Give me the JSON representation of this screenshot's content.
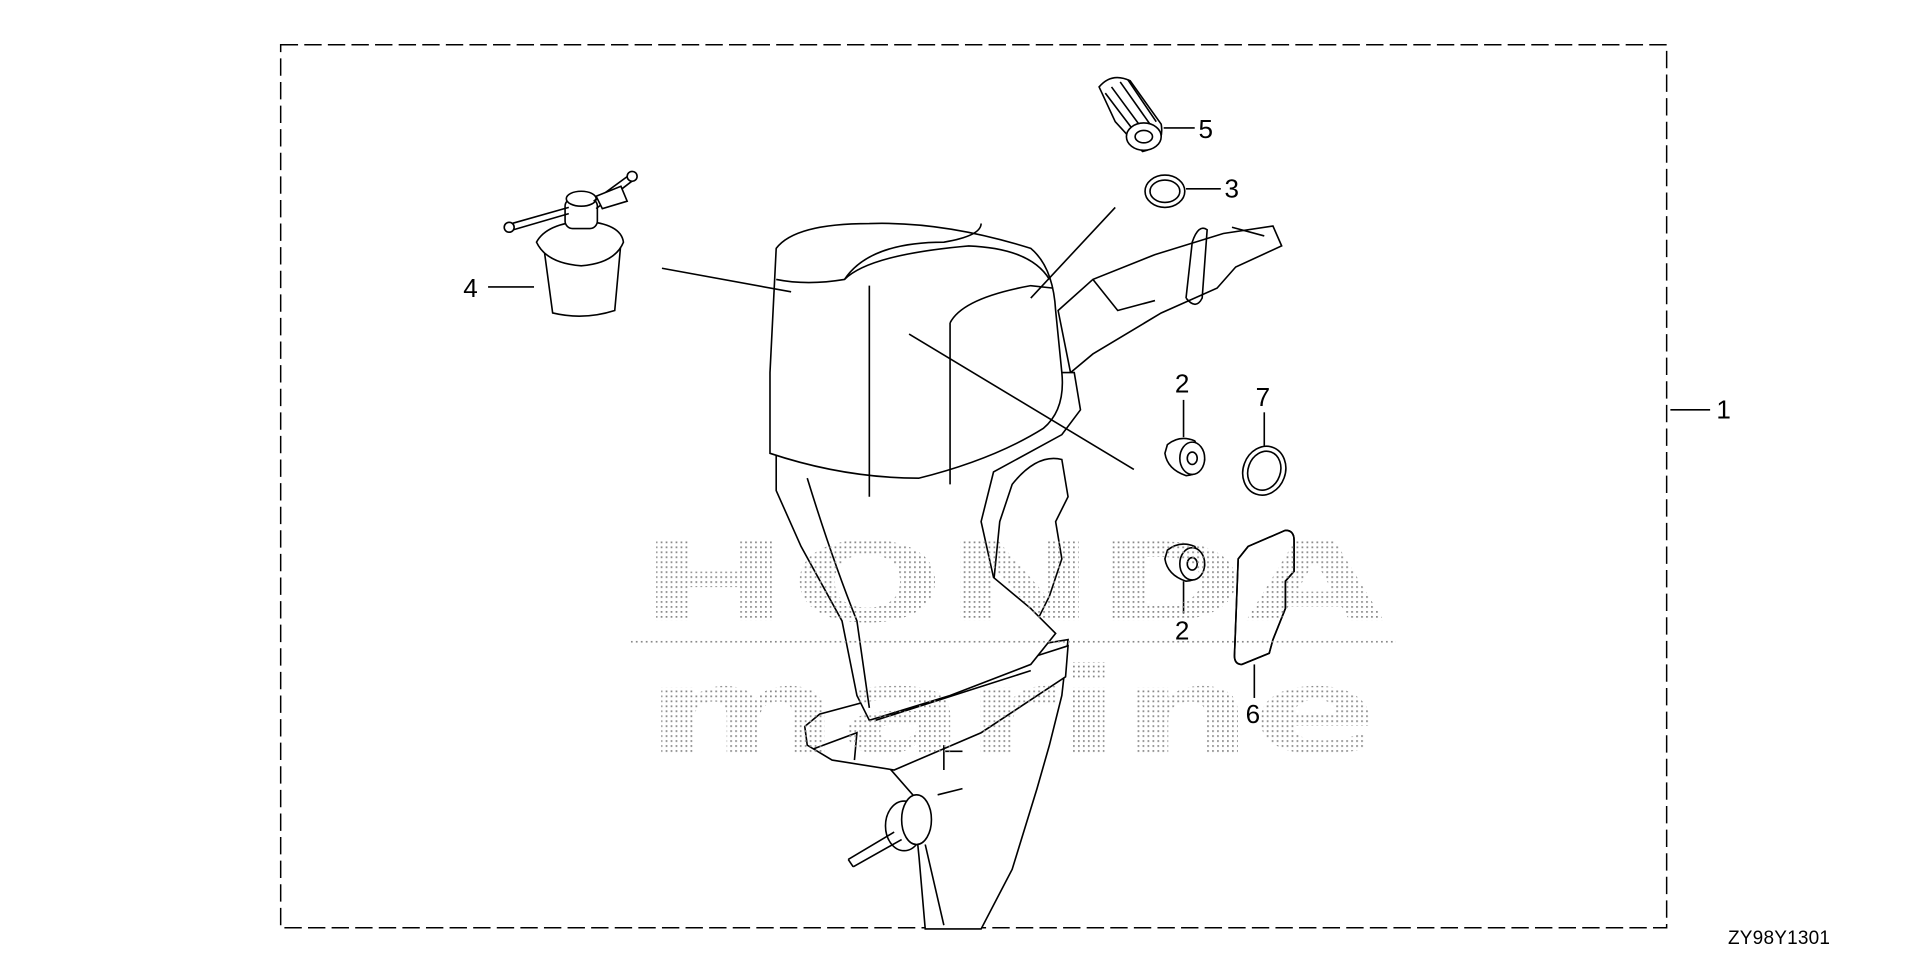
{
  "diagram": {
    "watermark": {
      "line1": "HONDA",
      "line2": "marine"
    },
    "callouts": {
      "c1": "1",
      "c2a": "2",
      "c2b": "2",
      "c3": "3",
      "c4": "4",
      "c5": "5",
      "c6": "6",
      "c7": "7"
    },
    "diagram_code": "ZY98Y1301"
  }
}
